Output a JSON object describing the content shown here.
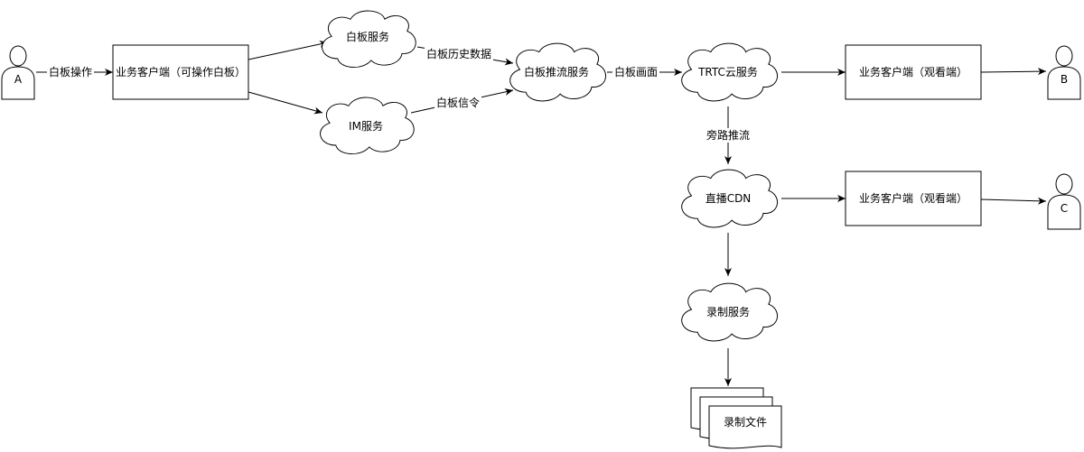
{
  "actors": {
    "a": "A",
    "b": "B",
    "c": "C"
  },
  "nodes": {
    "client_operator": "业务客户端（可操作白板）",
    "whiteboard_service": "白板服务",
    "im_service": "IM服务",
    "whiteboard_push_service": "白板推流服务",
    "trtc_cloud": "TRTC云服务",
    "client_viewer_b": "业务客户端（观看端）",
    "live_cdn": "直播CDN",
    "client_viewer_c": "业务客户端（观看端）",
    "recording_service": "录制服务",
    "recording_files": "录制文件"
  },
  "edges": {
    "whiteboard_operation": "白板操作",
    "whiteboard_history": "白板历史数据",
    "whiteboard_signaling": "白板信令",
    "whiteboard_frames": "白板画面",
    "bypass_push": "旁路推流"
  }
}
